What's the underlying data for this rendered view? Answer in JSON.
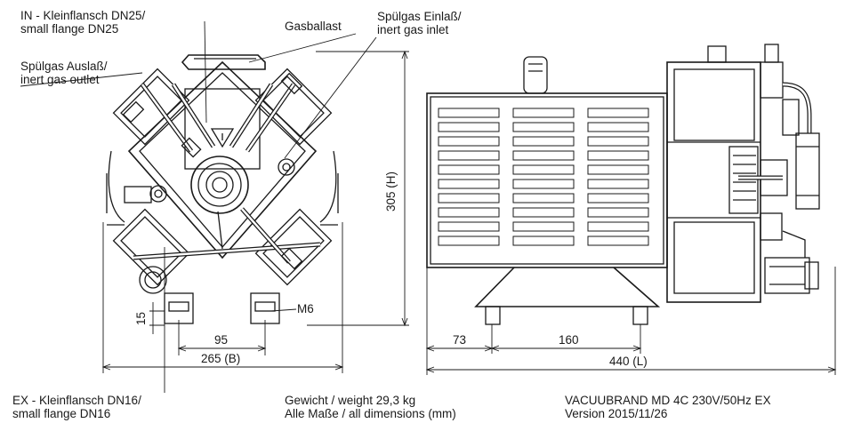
{
  "labels": {
    "in_flange_line1": "IN - Kleinflansch DN25/",
    "in_flange_line2": "small flange DN25",
    "gasballast": "Gasballast",
    "purge_inlet_line1": "Spülgas Einlaß/",
    "purge_inlet_line2": "inert gas inlet",
    "purge_outlet_line1": "Spülgas Auslaß/",
    "purge_outlet_line2": "inert gas outlet",
    "ex_flange_line1": "EX - Kleinflansch DN16/",
    "ex_flange_line2": "small flange DN16",
    "m6": "M6"
  },
  "dimensions": {
    "height": "305 (H)",
    "width_front": "265 (B)",
    "foot_spacing": "95",
    "foot_height": "15",
    "length": "440 (L)",
    "side_offset": "73",
    "side_foot_spacing": "160"
  },
  "footer": {
    "weight": "Gewicht / weight 29,3 kg",
    "units": "Alle Maße / all dimensions (mm)",
    "model": "VACUUBRAND MD 4C 230V/50Hz EX",
    "version": "Version 2015/11/26"
  },
  "colors": {
    "line": "#1a1a1a",
    "background": "#ffffff"
  }
}
